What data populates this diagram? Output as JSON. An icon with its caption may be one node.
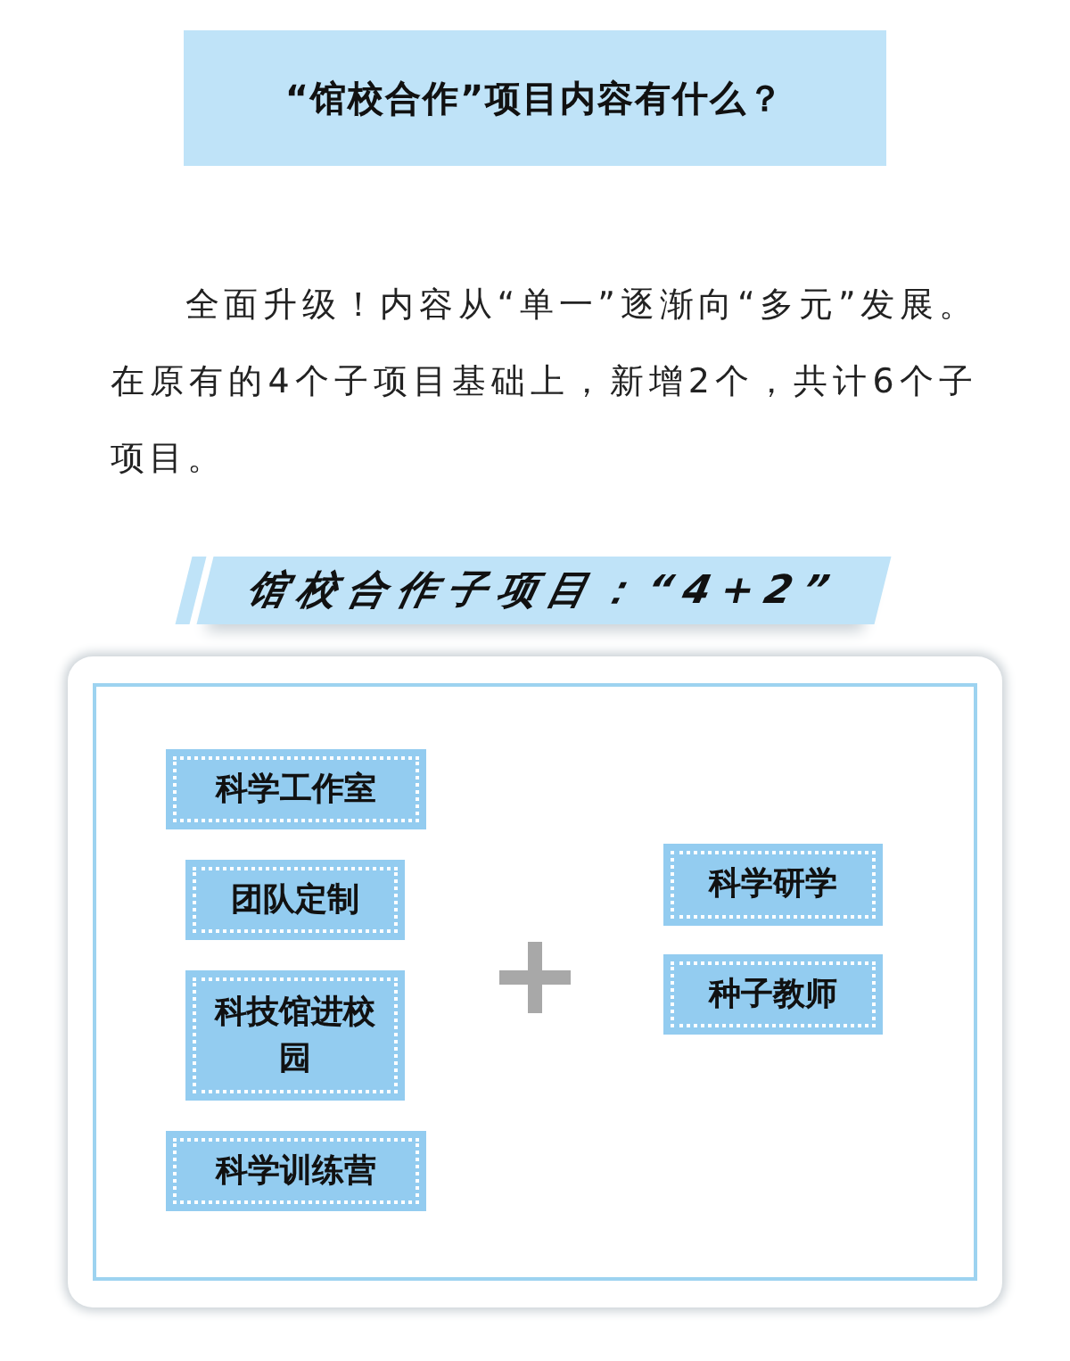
{
  "diagram": {
    "title": "“馆校合作”项目内容有什么？",
    "nodes": [
      {
        "text": [
          "馆校合作子项目：“4+2”"
        ]
      },
      {
        "text": [],
        "shape": "box"
      },
      {
        "text": [
          "科学工作室"
        ],
        "in": 1
      },
      {
        "text": [
          "团队定制"
        ],
        "in": 1
      },
      {
        "text": [
          "科技馆进校园"
        ],
        "in": 1
      },
      {
        "text": [
          "科学训练营"
        ],
        "in": 1
      },
      {
        "text": [
          "科学研学"
        ],
        "in": 1
      },
      {
        "text": [
          "种子教师"
        ],
        "in": 1
      }
    ],
    "labels": [
      "全面升级！内容从“单一”逐渐向“多元”发展。在原有的4个子项目基础上，新增2个，共计6个子项目。"
    ]
  }
}
